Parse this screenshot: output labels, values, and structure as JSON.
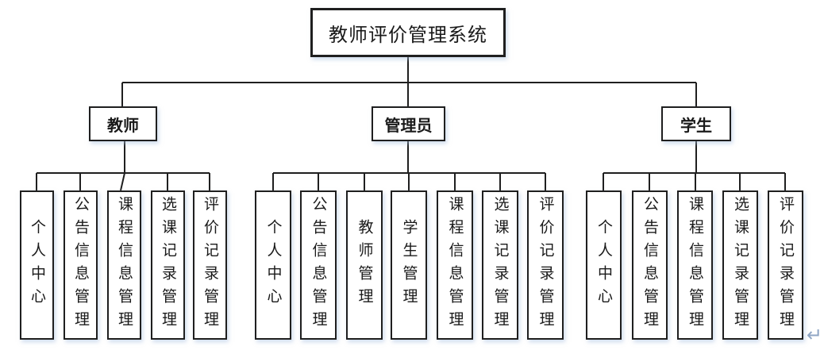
{
  "diagram": {
    "title": "教师评价管理系统",
    "groups": [
      {
        "label": "教师",
        "children": [
          "个人中心",
          "公告信息管理",
          "课程信息管理",
          "选课记录管理",
          "评价记录管理"
        ]
      },
      {
        "label": "管理员",
        "children": [
          "个人中心",
          "公告信息管理",
          "教师管理",
          "学生管理",
          "课程信息管理",
          "选课记录管理",
          "评价记录管理"
        ]
      },
      {
        "label": "学生",
        "children": [
          "个人中心",
          "公告信息管理",
          "课程信息管理",
          "选课记录管理",
          "评价记录管理"
        ]
      }
    ],
    "return_mark": "↵",
    "colors": {
      "line": "#1f1f1f",
      "box_fill": "#ffffff",
      "box_border": "#1f1f1f",
      "shadow": "#a8c0de",
      "return_mark": "#8fa5c4"
    }
  }
}
